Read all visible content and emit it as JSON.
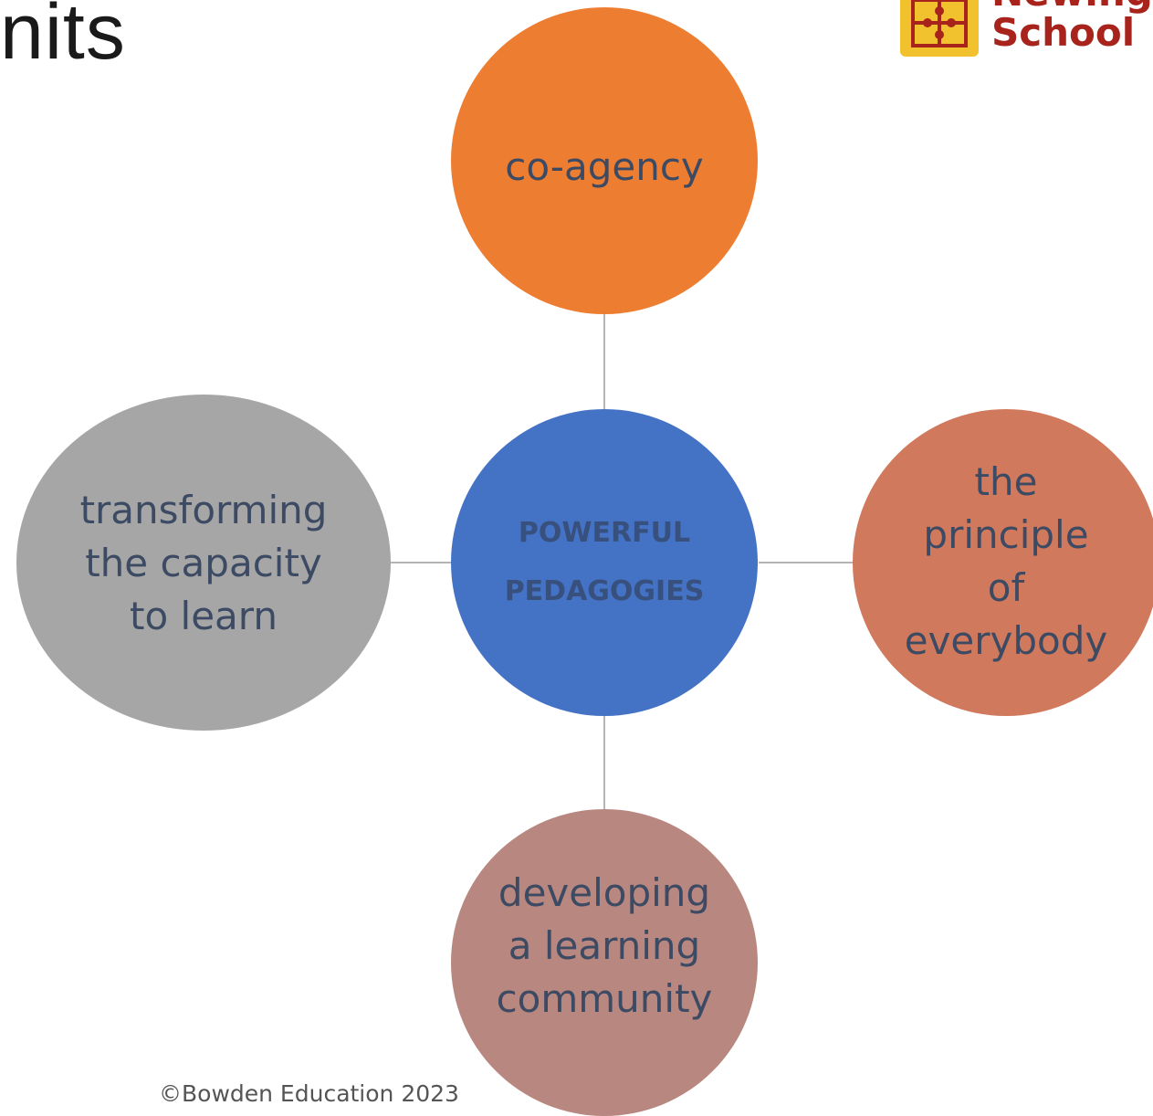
{
  "title": "nits",
  "logo": {
    "line1": "Newing",
    "line2": "School",
    "colors": {
      "badge": "#f2c12e",
      "text": "#a8231b"
    }
  },
  "diagram": {
    "hub": {
      "lines": [
        "POWERFUL",
        "PEDAGOGIES"
      ],
      "color": "#4472c4"
    },
    "nodes": [
      {
        "id": "top",
        "lines": [
          "co-agency"
        ],
        "color": "#ed7d31"
      },
      {
        "id": "right",
        "lines": [
          "the",
          "principle",
          "of",
          "everybody"
        ],
        "color": "#d0795c"
      },
      {
        "id": "bottom",
        "lines": [
          "developing",
          "a learning",
          "community"
        ],
        "color": "#b8877f"
      },
      {
        "id": "left",
        "lines": [
          "transforming",
          "the capacity",
          "to learn"
        ],
        "color": "#a6a6a6"
      }
    ],
    "connector_color": "#b5b5b5"
  },
  "footer": "©Bowden Education 2023"
}
